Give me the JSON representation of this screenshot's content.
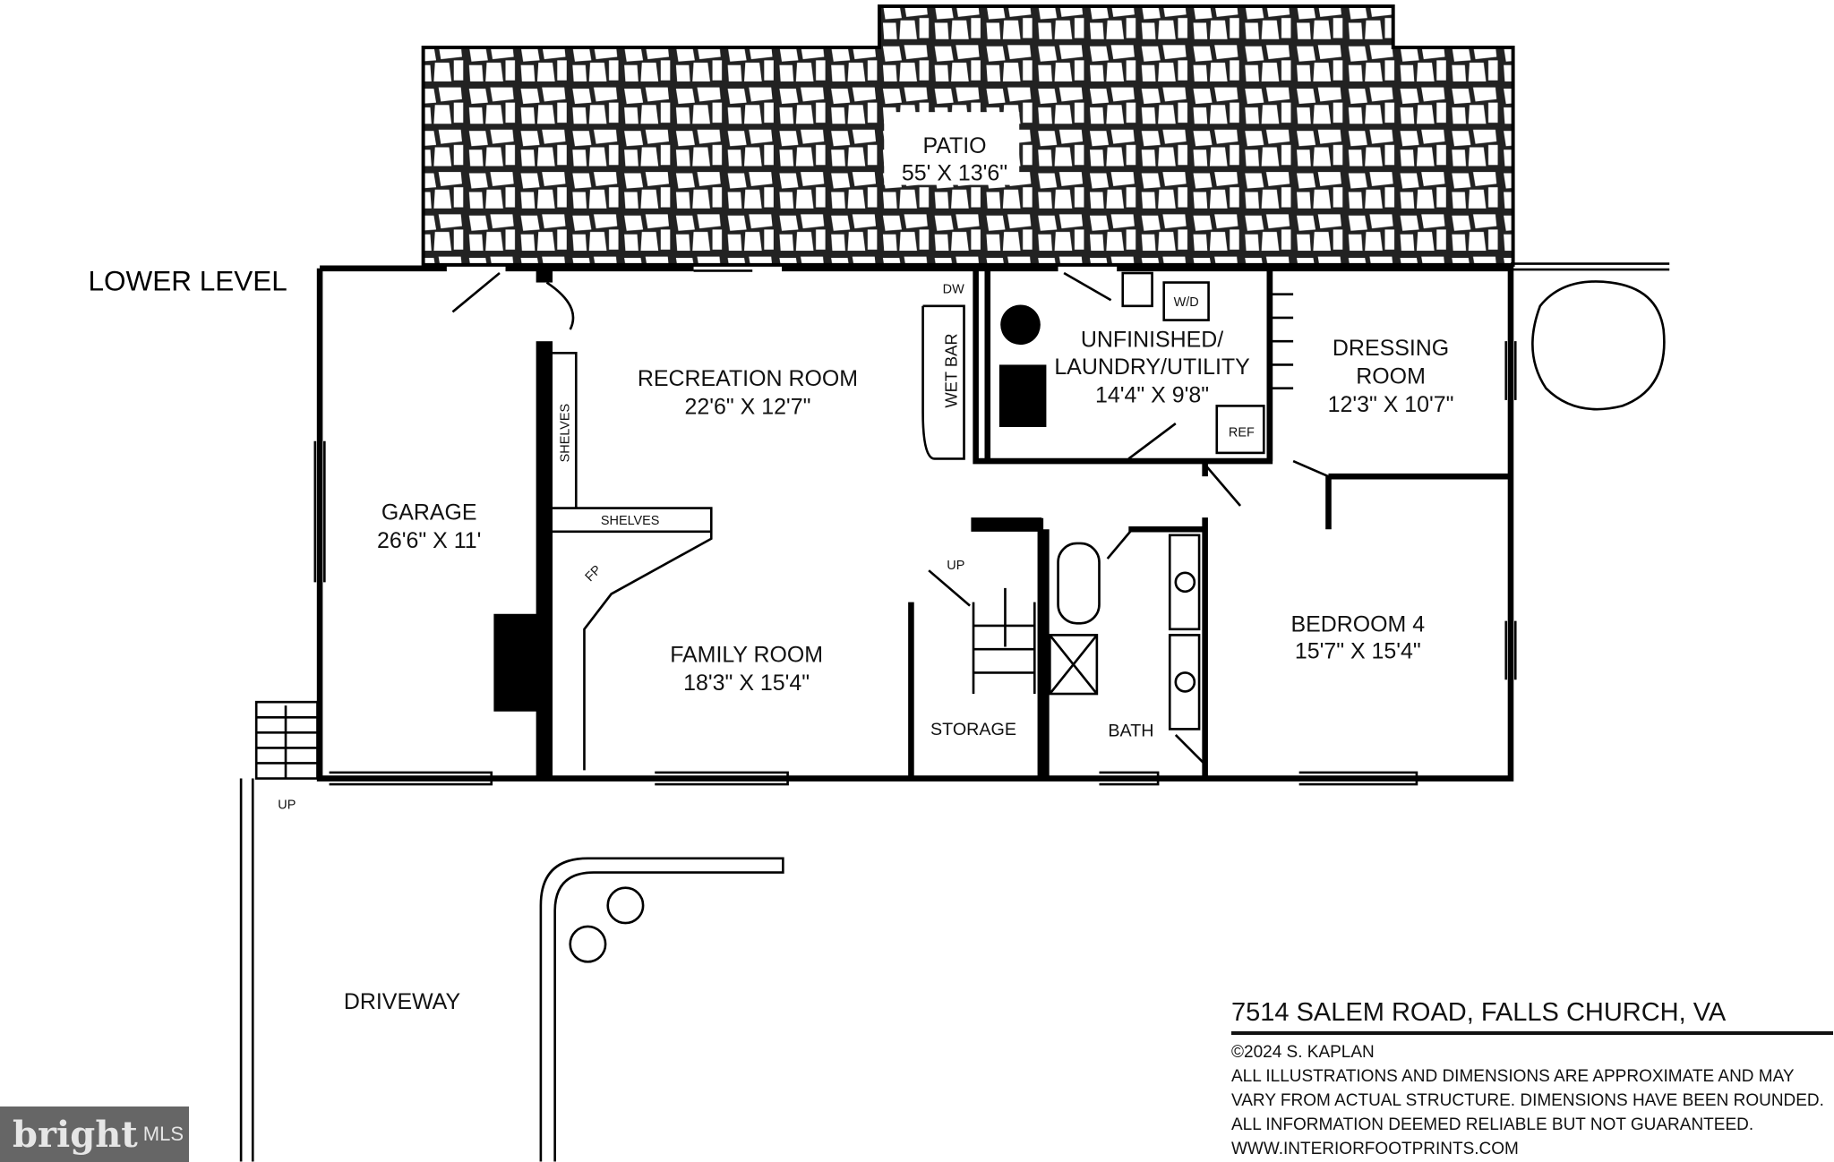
{
  "plan": {
    "level_title": "LOWER LEVEL",
    "rooms": [
      {
        "name": "PATIO",
        "dims": "55' X 13'6\""
      },
      {
        "name": "RECREATION ROOM",
        "dims": "22'6\" X 12'7\""
      },
      {
        "name": "UNFINISHED/",
        "name2": "LAUNDRY/UTILITY",
        "dims": "14'4\" X 9'8\""
      },
      {
        "name": "DRESSING",
        "name2": "ROOM",
        "dims": "12'3\" X 10'7\""
      },
      {
        "name": "GARAGE",
        "dims": "26'6\" X 11'"
      },
      {
        "name": "FAMILY ROOM",
        "dims": "18'3\" X 15'4\""
      },
      {
        "name": "BEDROOM 4",
        "dims": "15'7\" X 15'4\""
      }
    ],
    "small_labels": {
      "shelves": "SHELVES",
      "shelves2": "SHELVES",
      "fp": "FP",
      "wet_bar": "WET BAR",
      "dw": "DW",
      "wd": "W/D",
      "ref": "REF",
      "up": "UP",
      "up2": "UP",
      "storage": "STORAGE",
      "bath": "BATH",
      "driveway": "DRIVEWAY"
    }
  },
  "info": {
    "address": "7514 SALEM ROAD, FALLS CHURCH, VA",
    "copyright": "©2024 S. KAPLAN",
    "disclaimer": [
      "ALL ILLUSTRATIONS AND DIMENSIONS ARE APPROXIMATE AND MAY",
      "VARY FROM ACTUAL STRUCTURE. DIMENSIONS HAVE BEEN ROUNDED.",
      "ALL INFORMATION DEEMED RELIABLE BUT NOT GUARANTEED."
    ],
    "website": "WWW.INTERIORFOOTPRINTS.COM"
  },
  "logo": {
    "brand": "bright",
    "suffix": "MLS",
    "accent": "#e8572a"
  }
}
